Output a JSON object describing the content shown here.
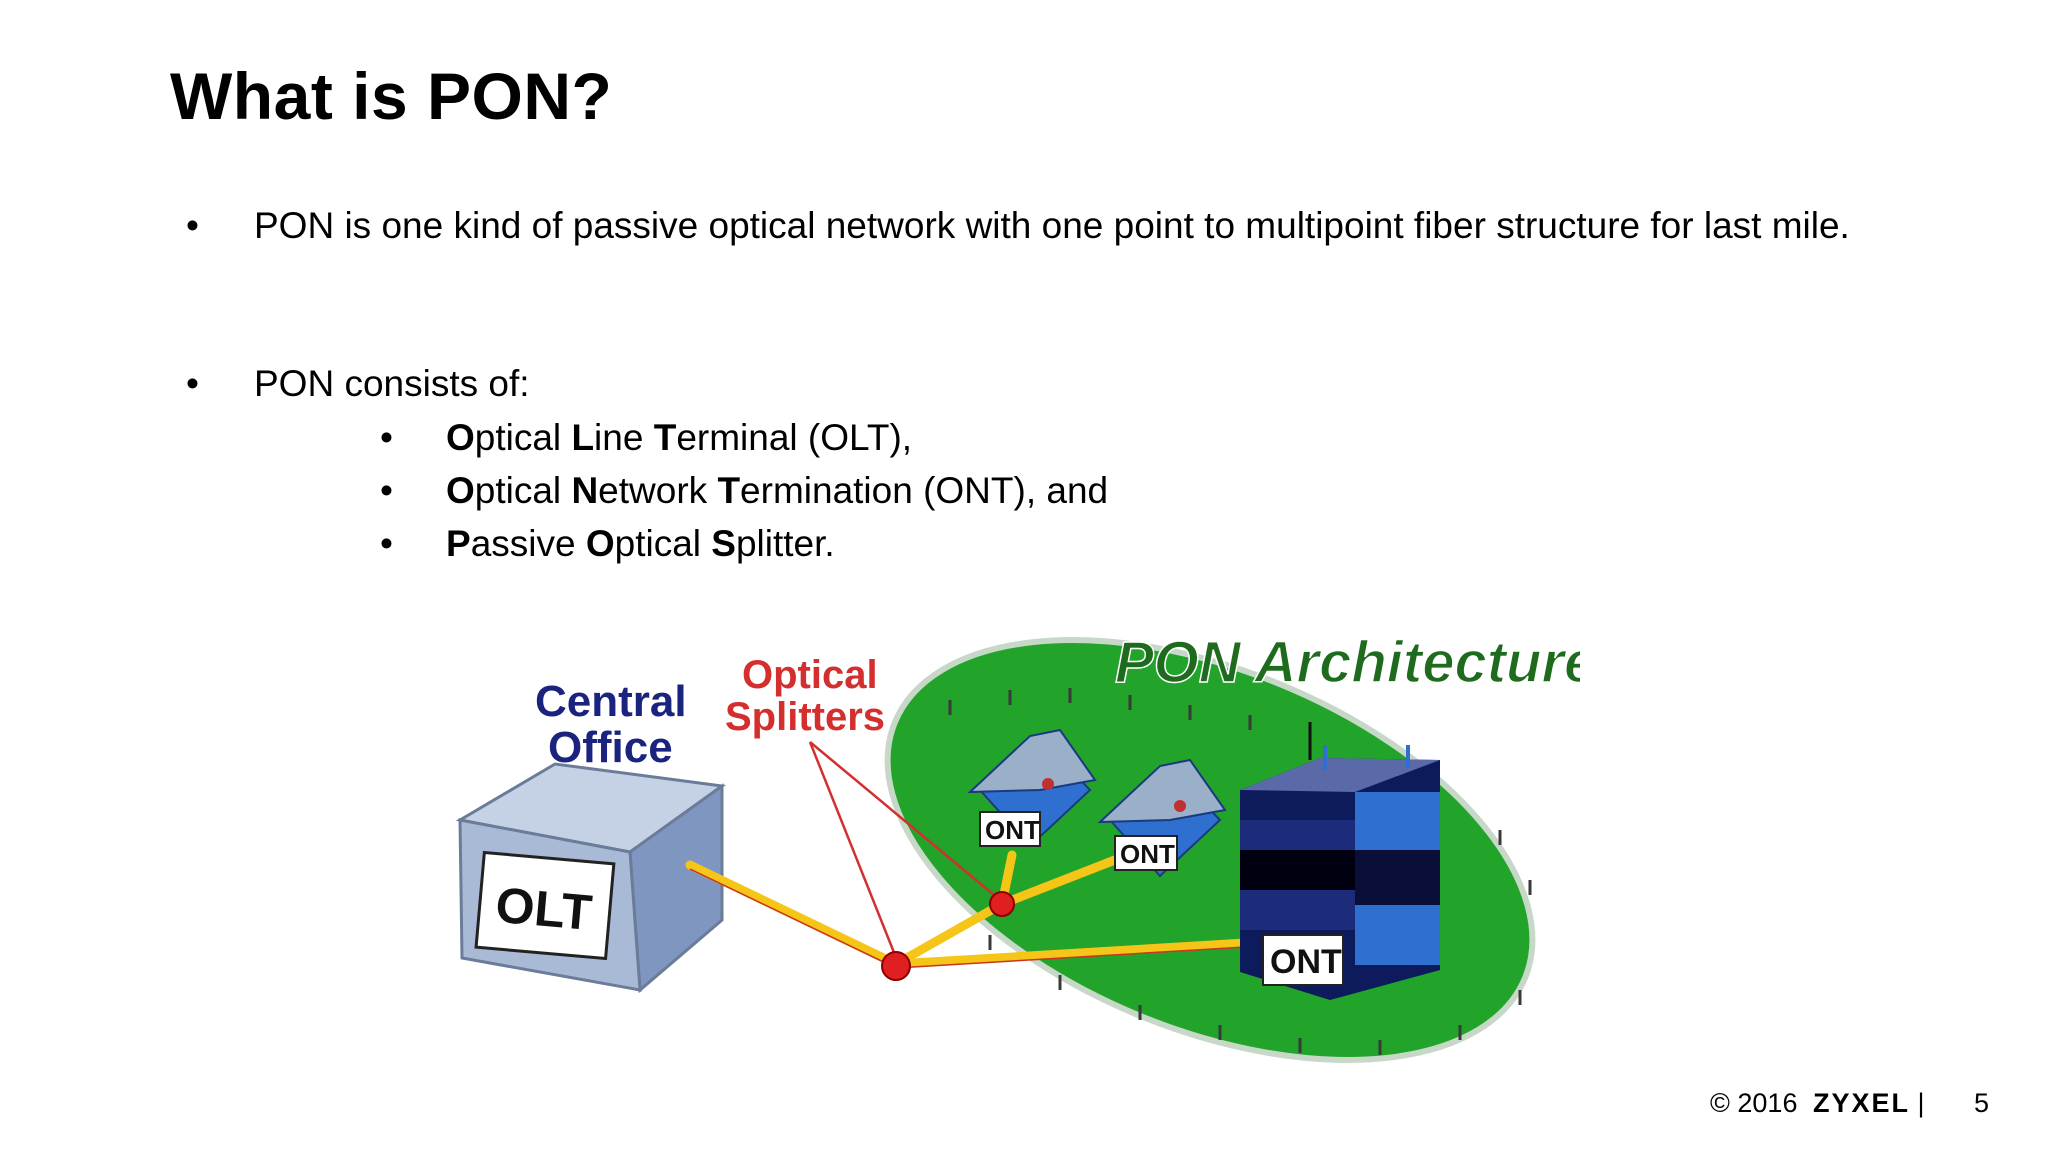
{
  "slide": {
    "title": "What is PON?",
    "bullets": [
      {
        "symbol": "•",
        "text": "PON is one kind of passive optical network with one point to multipoint fiber structure for last mile."
      },
      {
        "symbol": "•",
        "text": "PON consists of:"
      }
    ],
    "sub_bullets": [
      {
        "symbol": "•",
        "parts": [
          [
            "O",
            "ptical "
          ],
          [
            "L",
            "ine "
          ],
          [
            "T",
            "erminal (OLT),"
          ]
        ]
      },
      {
        "symbol": "•",
        "parts": [
          [
            "O",
            "ptical "
          ],
          [
            "N",
            "etwork "
          ],
          [
            "T",
            "ermination (ONT), and"
          ]
        ]
      },
      {
        "symbol": "•",
        "parts": [
          [
            "P",
            "assive "
          ],
          [
            "O",
            "ptical "
          ],
          [
            "S",
            "plitter."
          ]
        ]
      }
    ]
  },
  "diagram": {
    "heading": "PON Architecture",
    "central_office_label": [
      "Central",
      "Office"
    ],
    "splitters_label": [
      "Optical",
      "Splitters"
    ],
    "olt_label": "OLT",
    "ont_labels": [
      "ONT",
      "ONT",
      "ONT"
    ],
    "colors": {
      "heading": "#1e6b1e",
      "central_office": "#1a237e",
      "splitters": "#d32f2f",
      "field": "#22a32a",
      "fiber": "#f5c518",
      "splitter_node": "#e02020",
      "olt_box": "#a9bad6",
      "house_roof": "#9ab0c8",
      "house_wall": "#2f6fd0",
      "building": "#0d1a5c"
    }
  },
  "footer": {
    "copyright": "© 2016",
    "logo": "ZYXEL",
    "separator": "|",
    "page_number": "5"
  }
}
